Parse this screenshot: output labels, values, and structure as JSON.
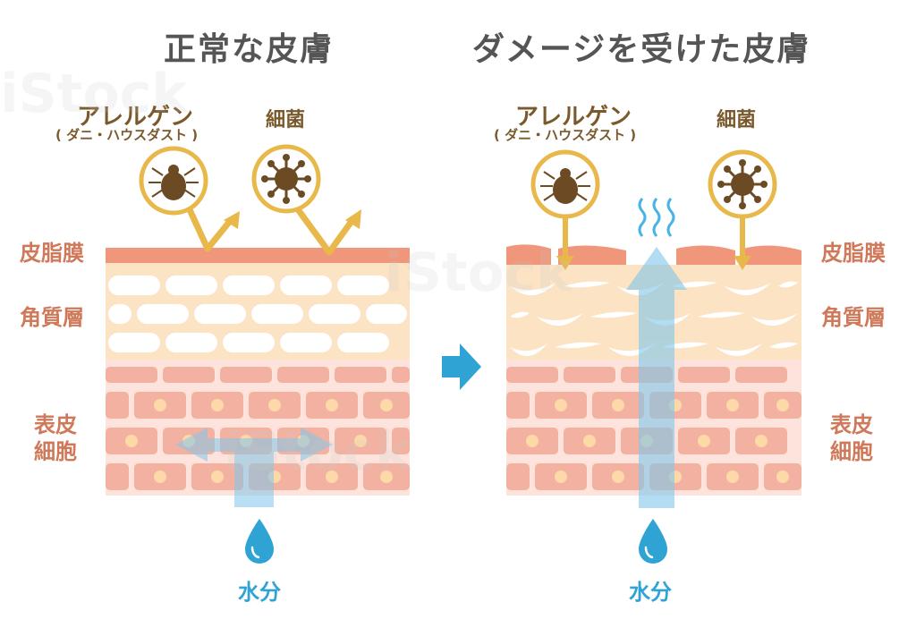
{
  "left_panel": {
    "title": "正常な皮膚",
    "allergen_label": "アレルゲン",
    "allergen_sub": "( ダニ・ハウスダスト )",
    "bacteria_label": "細菌",
    "water_label": "水分"
  },
  "right_panel": {
    "title": "ダメージを受けた皮膚",
    "allergen_label": "アレルゲン",
    "allergen_sub": "( ダニ・ハウスダスト )",
    "bacteria_label": "細菌",
    "water_label": "水分"
  },
  "layers": {
    "sebum": "皮脂膜",
    "stratum_corneum": "角質層",
    "epidermal_1": "表皮",
    "epidermal_2": "細胞"
  },
  "watermark": "iStock",
  "colors": {
    "sebum": "#f0967a",
    "stratum_bg": "#fbe3c4",
    "epidermis_bg": "#fde3dc",
    "cell": "#f3b1a1",
    "nucleus": "#fdd9a8",
    "arrow_gold": "#e8b84a",
    "water": "#46b4e6",
    "title": "#555555",
    "allergen_text": "#7a5a2c",
    "layer_text": "#d0785a"
  },
  "icons": [
    "mite-icon",
    "virus-icon",
    "water-drop-icon",
    "arrow-right-icon",
    "steam-icon"
  ]
}
